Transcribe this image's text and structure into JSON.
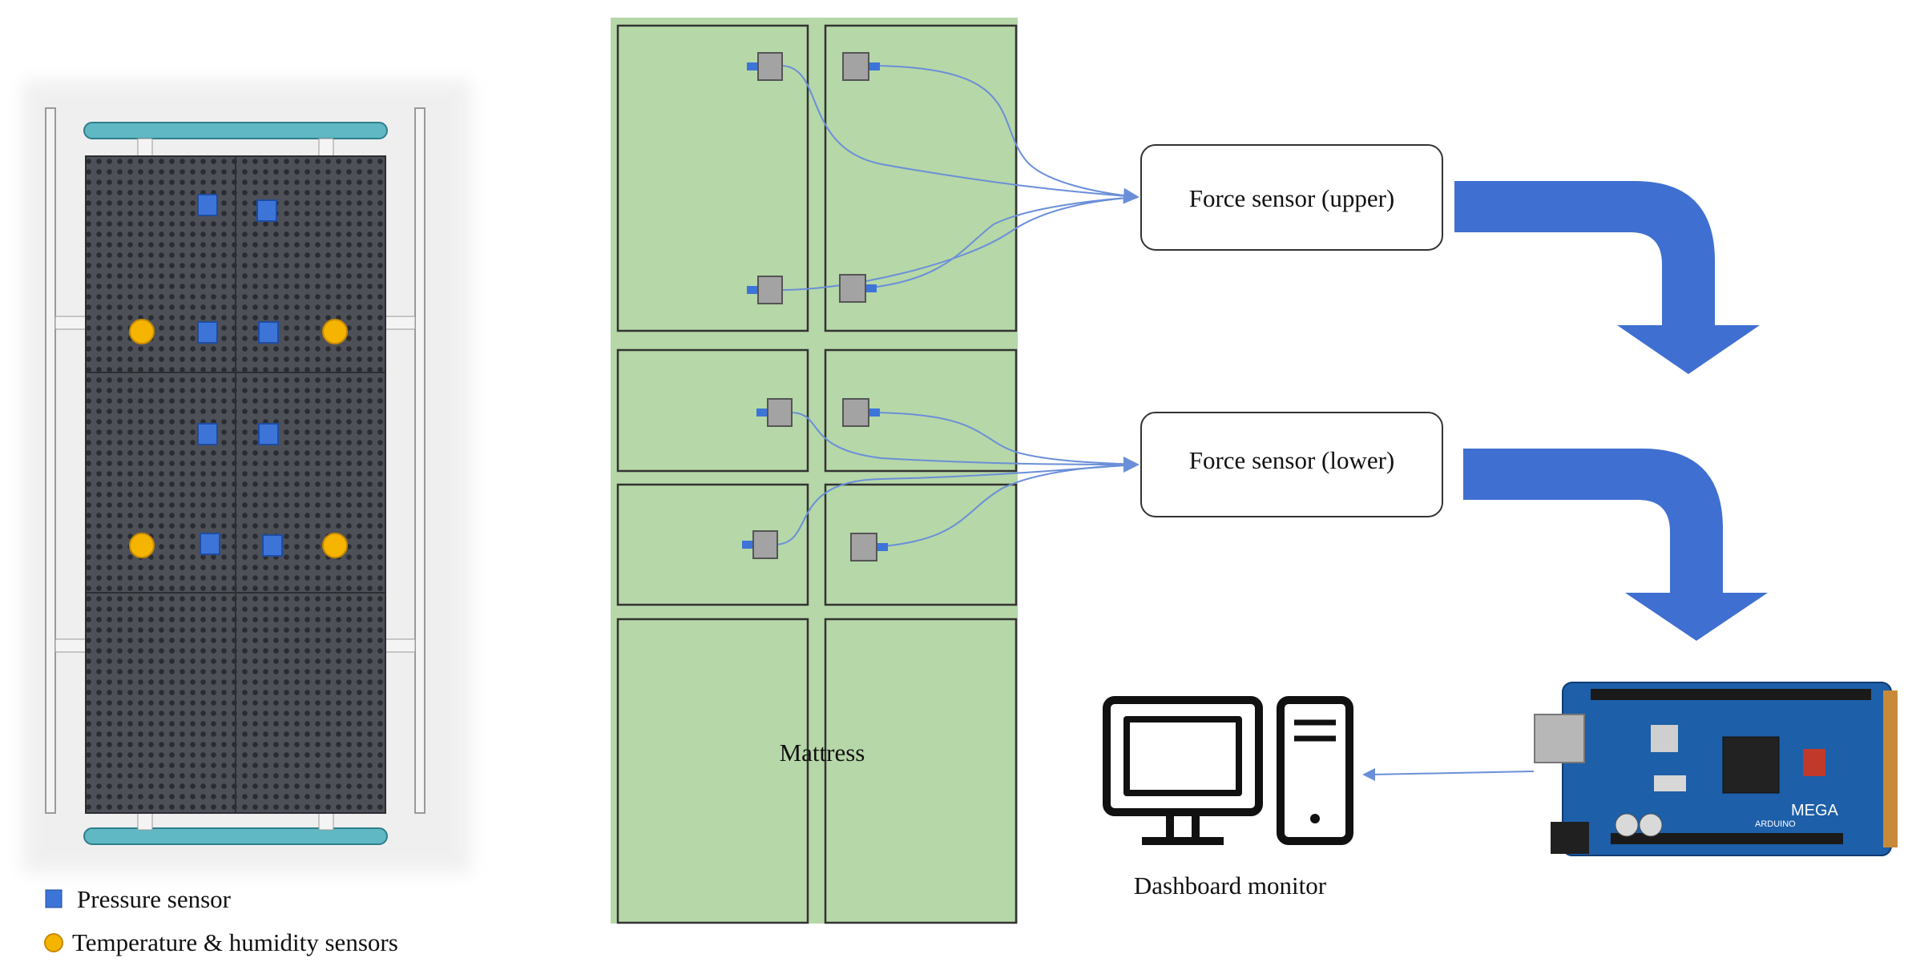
{
  "legend": {
    "pressure_label": "Pressure sensor",
    "temperature_label": "Temperature & humidity sensors"
  },
  "mattress": {
    "label": "Mattress"
  },
  "boxes": {
    "upper_label": "Force sensor (upper)",
    "lower_label": "Force sensor (lower)"
  },
  "dashboard": {
    "label": "Dashboard monitor"
  },
  "board": {
    "brand_text": "MEGA",
    "maker_text": "ARDUINO"
  },
  "colors": {
    "mattress_fill": "#b6d7a8",
    "arrow_blue": "#3f6fd0",
    "wire_blue": "#6a8fd8",
    "pressure_blue": "#3d74d8",
    "temp_yellow": "#f5b400",
    "sensor_gray": "#a3a3a3",
    "bed_dark": "#4d5057",
    "rail_teal": "#5fb8c4",
    "board_blue": "#1d5fa8"
  },
  "icons": {
    "monitor": "desktop-monitor-icon",
    "tower": "computer-tower-icon",
    "board": "arduino-board-icon"
  }
}
